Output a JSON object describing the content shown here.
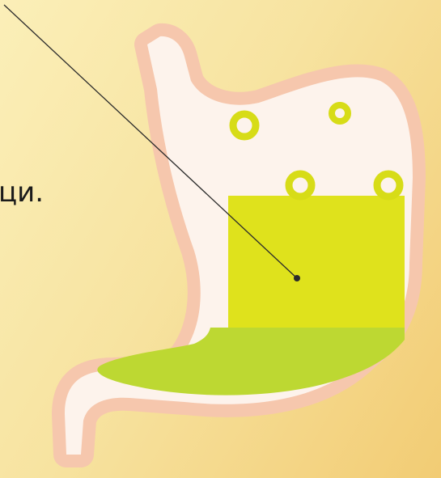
{
  "caption": {
    "text": "ци."
  },
  "colors": {
    "background_start": "#fbefb8",
    "background_end": "#f2cc74",
    "stomach_outline": "#f6c7ad",
    "stomach_inner": "#fdf3ec",
    "gastric_juice_upper": "#dfe21c",
    "gastric_juice_lower": "#bdd832",
    "bubble": "#d7dc17",
    "pointer_line": "#2b2b2b"
  },
  "icons": {
    "stomach": "stomach-illustration",
    "bubbles": "gas-bubble-icon",
    "pointer": "callout-leader-line"
  }
}
